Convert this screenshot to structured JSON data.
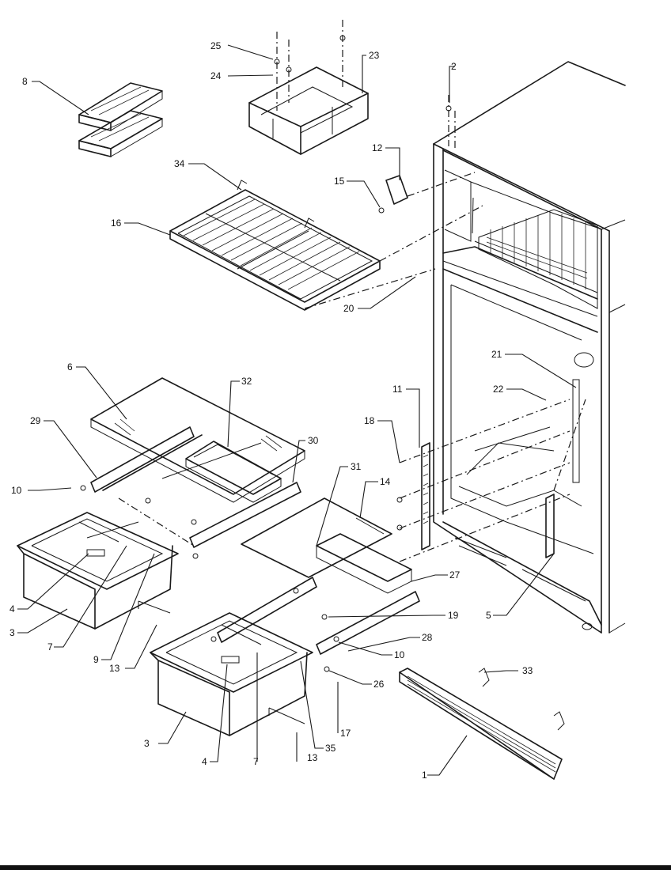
{
  "callouts": [
    {
      "id": "c25",
      "label": "25"
    },
    {
      "id": "c24",
      "label": "24"
    },
    {
      "id": "c23",
      "label": "23"
    },
    {
      "id": "c2",
      "label": "2"
    },
    {
      "id": "c8",
      "label": "8"
    },
    {
      "id": "c12",
      "label": "12"
    },
    {
      "id": "c15",
      "label": "15"
    },
    {
      "id": "c34",
      "label": "34"
    },
    {
      "id": "c16",
      "label": "16"
    },
    {
      "id": "c20",
      "label": "20"
    },
    {
      "id": "c21",
      "label": "21"
    },
    {
      "id": "c22",
      "label": "22"
    },
    {
      "id": "c6",
      "label": "6"
    },
    {
      "id": "c32",
      "label": "32"
    },
    {
      "id": "c11",
      "label": "11"
    },
    {
      "id": "c29",
      "label": "29"
    },
    {
      "id": "c18",
      "label": "18"
    },
    {
      "id": "c30",
      "label": "30"
    },
    {
      "id": "c31",
      "label": "31"
    },
    {
      "id": "c14",
      "label": "14"
    },
    {
      "id": "c10a",
      "label": "10"
    },
    {
      "id": "c4a",
      "label": "4"
    },
    {
      "id": "c3a",
      "label": "3"
    },
    {
      "id": "c7a",
      "label": "7"
    },
    {
      "id": "c9",
      "label": "9"
    },
    {
      "id": "c13a",
      "label": "13"
    },
    {
      "id": "c27",
      "label": "27"
    },
    {
      "id": "c19",
      "label": "19"
    },
    {
      "id": "c10b",
      "label": "10"
    },
    {
      "id": "c28",
      "label": "28"
    },
    {
      "id": "c26",
      "label": "26"
    },
    {
      "id": "c5",
      "label": "5"
    },
    {
      "id": "c17",
      "label": "17"
    },
    {
      "id": "c33",
      "label": "33"
    },
    {
      "id": "c3b",
      "label": "3"
    },
    {
      "id": "c4b",
      "label": "4"
    },
    {
      "id": "c7b",
      "label": "7"
    },
    {
      "id": "c13b",
      "label": "13"
    },
    {
      "id": "c35",
      "label": "35"
    },
    {
      "id": "c1",
      "label": "1"
    }
  ]
}
